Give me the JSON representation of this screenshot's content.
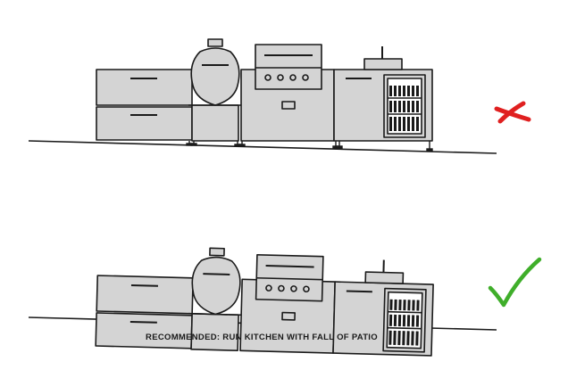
{
  "caption": "RECOMMENDED: RUN KITCHEN WITH FALL OF PATIO",
  "scenes": [
    {
      "name": "incorrect",
      "marker": "cross",
      "marker_color": "#e02020"
    },
    {
      "name": "recommended",
      "marker": "check",
      "marker_color": "#3fae2a"
    }
  ],
  "colors": {
    "cabinet_fill": "#d4d4d4",
    "outline": "#1a1a1a",
    "background": "#ffffff"
  }
}
